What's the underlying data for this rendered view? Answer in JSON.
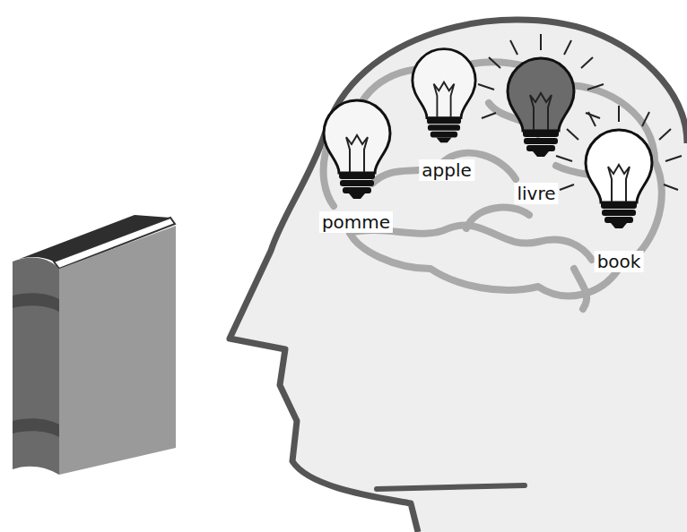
{
  "diagram": {
    "labels": [
      "pomme",
      "apple",
      "livre",
      "book"
    ]
  }
}
